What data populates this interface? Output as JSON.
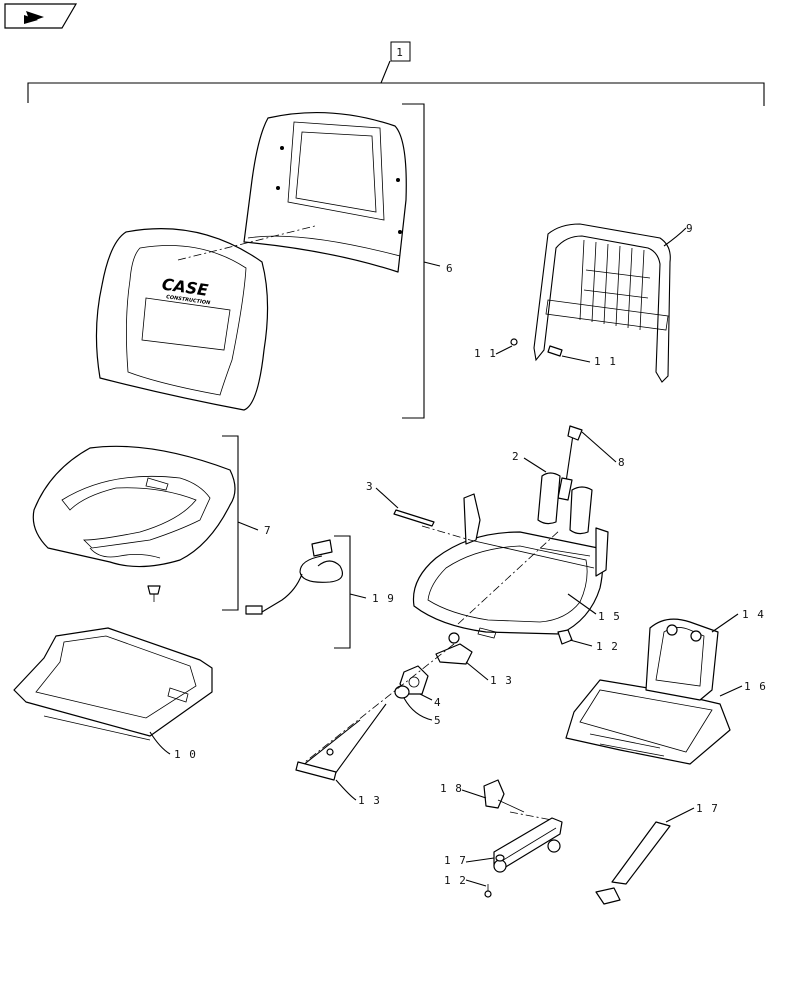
{
  "nav_icon": "back-arrow-icon",
  "assembly_callout": "1",
  "seat_logo": {
    "brand": "CASE",
    "sub": "CONSTRUCTION"
  },
  "callouts": {
    "c2": "2",
    "c3": "3",
    "c4": "4",
    "c5": "5",
    "c6": "6",
    "c7": "7",
    "c8": "8",
    "c9": "9",
    "c10": "1 0",
    "c11a": "1 1",
    "c11b": "1 1",
    "c12a": "1 2",
    "c12b": "1 2",
    "c13a": "1 3",
    "c13b": "1 3",
    "c14": "1 4",
    "c15": "1 5",
    "c16": "1 6",
    "c17a": "1 7",
    "c17b": "1 7",
    "c18": "1 8",
    "c19": "1 9"
  }
}
